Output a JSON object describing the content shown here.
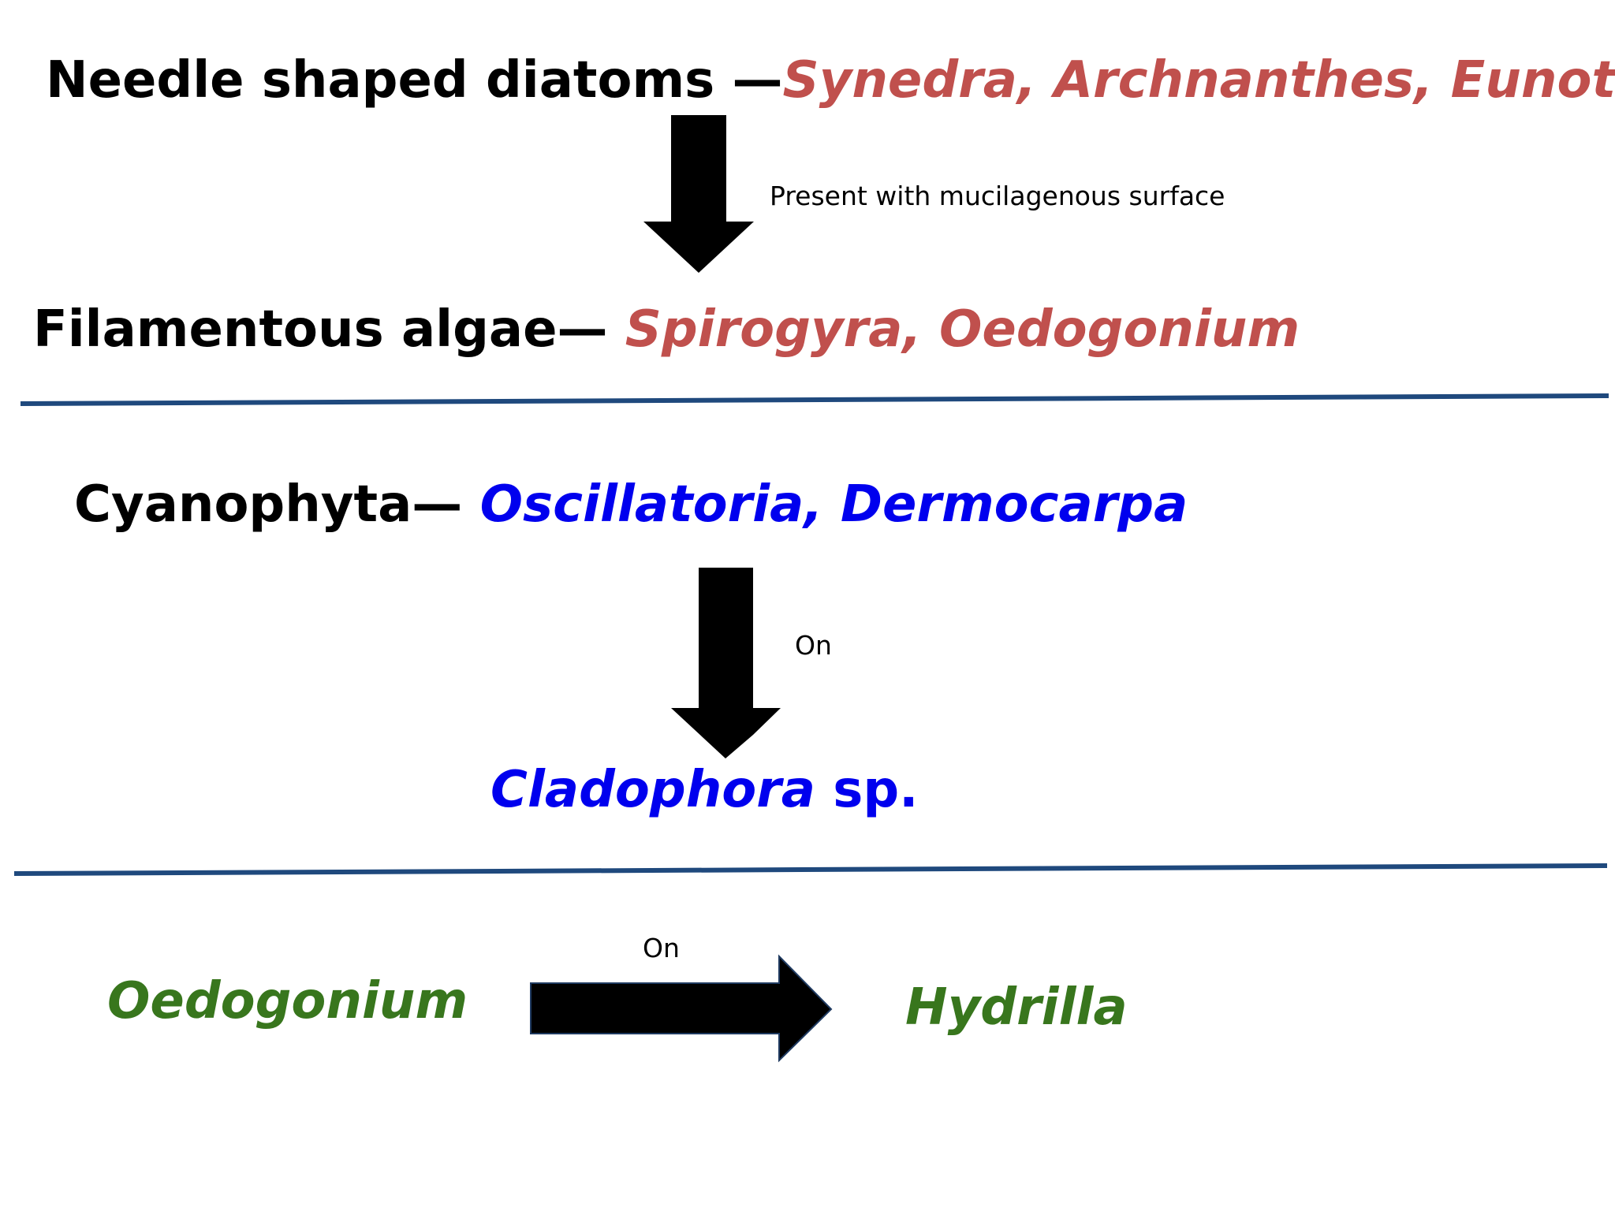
{
  "colors": {
    "black_text": "#000000",
    "red_species": "#c0504d",
    "blue_species": "#0000ee",
    "green_species": "#38761d",
    "divider": "#1f497d",
    "arrow": "#000000"
  },
  "row1": {
    "label": "Needle shaped diatoms —",
    "species": "Synedra, Archnanthes, Eunotia"
  },
  "arrow1": {
    "caption": "Present with mucilagenous surface"
  },
  "row2": {
    "label": "Filamentous algae— ",
    "species": "Spirogyra, Oedogonium"
  },
  "row3": {
    "label": "Cyanophyta— ",
    "species": "Oscillatoria, Dermocarpa"
  },
  "arrow2": {
    "caption": "On"
  },
  "row4": {
    "genus": "Cladophora",
    "suffix": " sp."
  },
  "row5": {
    "left": "Oedogonium",
    "arrow_caption": "On",
    "right": "Hydrilla"
  }
}
